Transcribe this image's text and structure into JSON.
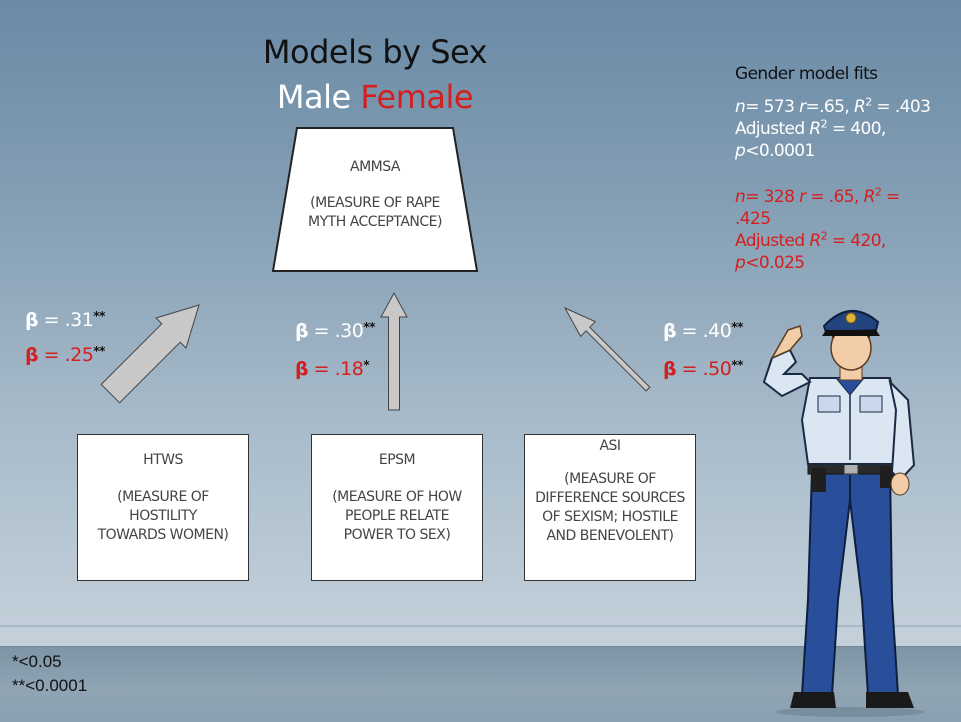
{
  "title": {
    "line1": "Models by Sex",
    "male_label": "Male",
    "female_label": "Female"
  },
  "fits": {
    "heading": "Gender model fits",
    "male": {
      "n_label": "n",
      "n_text": "= 573 ",
      "r_label": "r",
      "r_text": "=.65, ",
      "r2_label": "R",
      "r2_text": " = .403",
      "adj_text": "Adjusted ",
      "adj_r2_label": "R",
      "adj_value": " = 400,",
      "p_label": "p",
      "p_value": "<0.0001"
    },
    "female": {
      "n_label": "n",
      "n_text": "= 328 ",
      "r_label": "r",
      "r_text": " = .65, ",
      "r2_label": "R",
      "r2_text": " = .425",
      "adj_text": "Adjusted ",
      "adj_r2_label": "R",
      "adj_value": " = 420,",
      "p_label": "p",
      "p_value": "<0.025"
    },
    "superscript": "2"
  },
  "outcome": {
    "name": "AMMSA",
    "desc": "(MEASURE OF RAPE MYTH ACCEPTANCE)"
  },
  "predictors": [
    {
      "name": "HTWS",
      "desc": "(MEASURE OF HOSTILITY TOWARDS WOMEN)"
    },
    {
      "name": "EPSM",
      "desc": "(MEASURE OF HOW PEOPLE RELATE POWER TO SEX)"
    },
    {
      "name": "ASI",
      "desc": "(MEASURE OF DIFFERENCE SOURCES OF SEXISM; HOSTILE AND BENEVOLENT)"
    }
  ],
  "betas": {
    "symbol": "β",
    "htws": {
      "male": " = .31",
      "male_sig": "**",
      "female": " = .25",
      "female_sig": "**"
    },
    "epsm": {
      "male": " = .30",
      "male_sig": "**",
      "female": " = .18",
      "female_sig": "*"
    },
    "asi": {
      "male": " = .40",
      "male_sig": "**",
      "female": " = .50",
      "female_sig": "**"
    }
  },
  "notes": {
    "line1": "*<0.05",
    "line2": "**<0.0001"
  },
  "colors": {
    "male": "#ffffff",
    "female": "#d41f1f",
    "arrow_fill": "#c8c8c8",
    "background_top": "#6a8aa6"
  },
  "illustration": "saluting-police-officer"
}
